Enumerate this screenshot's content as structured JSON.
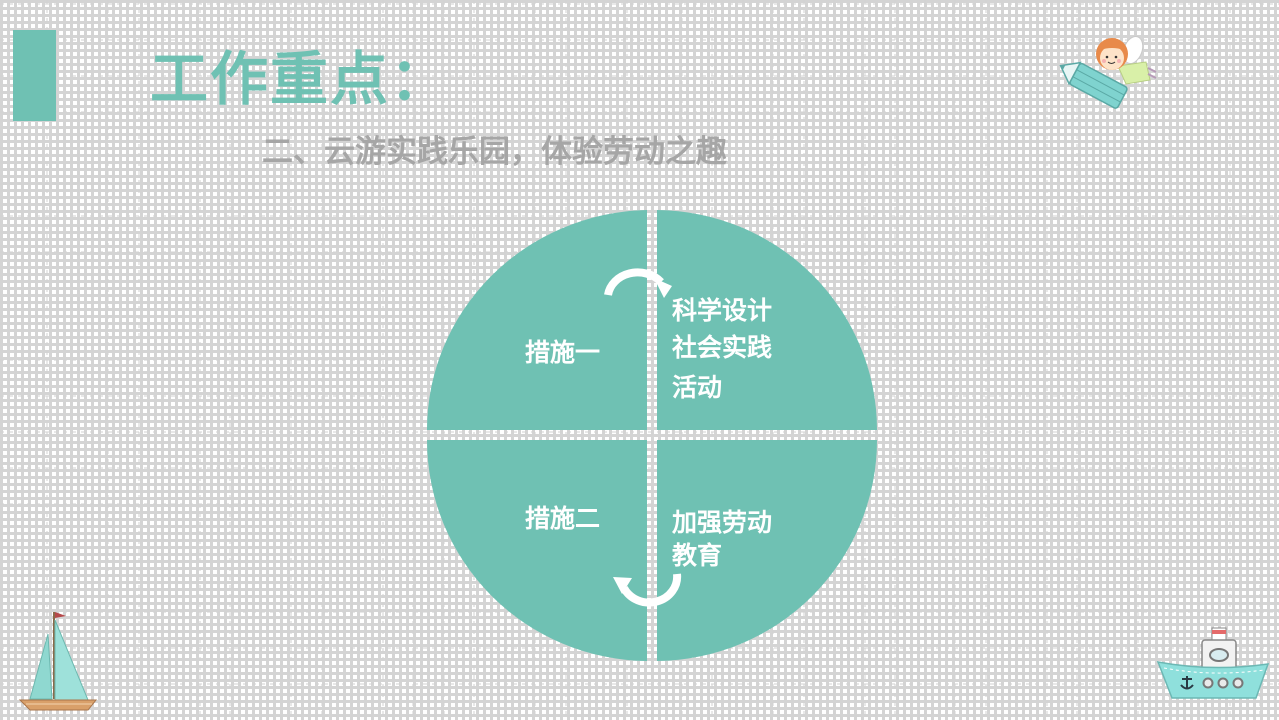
{
  "slide": {
    "title": "工作重点：",
    "subtitle": "二、云游实践乐园，体验劳动之趣"
  },
  "diagram": {
    "type": "four-quadrant-circle",
    "color": "#6fc1b3",
    "quadrants": [
      {
        "position": "top-left",
        "label": "措施一"
      },
      {
        "position": "top-right",
        "lines": [
          "科学设计",
          "社会实践",
          "活动"
        ]
      },
      {
        "position": "bottom-left",
        "label": "措施二"
      },
      {
        "position": "bottom-right",
        "lines": [
          "加强劳动",
          "教育"
        ]
      }
    ],
    "arrows": [
      "clockwise-top",
      "clockwise-bottom"
    ]
  },
  "decorations": {
    "top_right": "fairy-on-pencil-icon",
    "bottom_left": "sailboat-icon",
    "bottom_right": "steamboat-icon"
  },
  "colors": {
    "accent": "#6fc1b3",
    "subtitle_text": "#a6a6a6",
    "grid": "#d4d4d4"
  }
}
